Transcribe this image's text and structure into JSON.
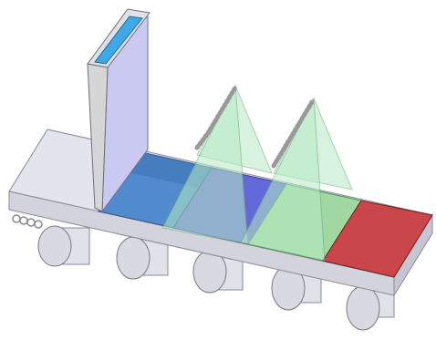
{
  "diagram": {
    "kind": "conveyor-coating-line",
    "labels": [],
    "colors": {
      "background": "#ffffff",
      "conveyor_top": "#e4e4ee",
      "conveyor_side": "#d3d3de",
      "conveyor_edge": "#8a8a96",
      "roller": "#d9d9e2",
      "hopper_body": "#c9c9f2",
      "hopper_front": "#d6d6d6",
      "hopper_liquid": "#3fa8e6",
      "panel_blue": "#4a86cc",
      "panel_indigo": "#5d63d8",
      "panel_green": "#9ed89e",
      "panel_red": "#c9464a",
      "tent_green": "#b7ebc6",
      "coil": "#999999"
    },
    "rollers_count": 5,
    "tents_count": 2,
    "panels": [
      "blue",
      "indigo",
      "green",
      "red"
    ]
  }
}
